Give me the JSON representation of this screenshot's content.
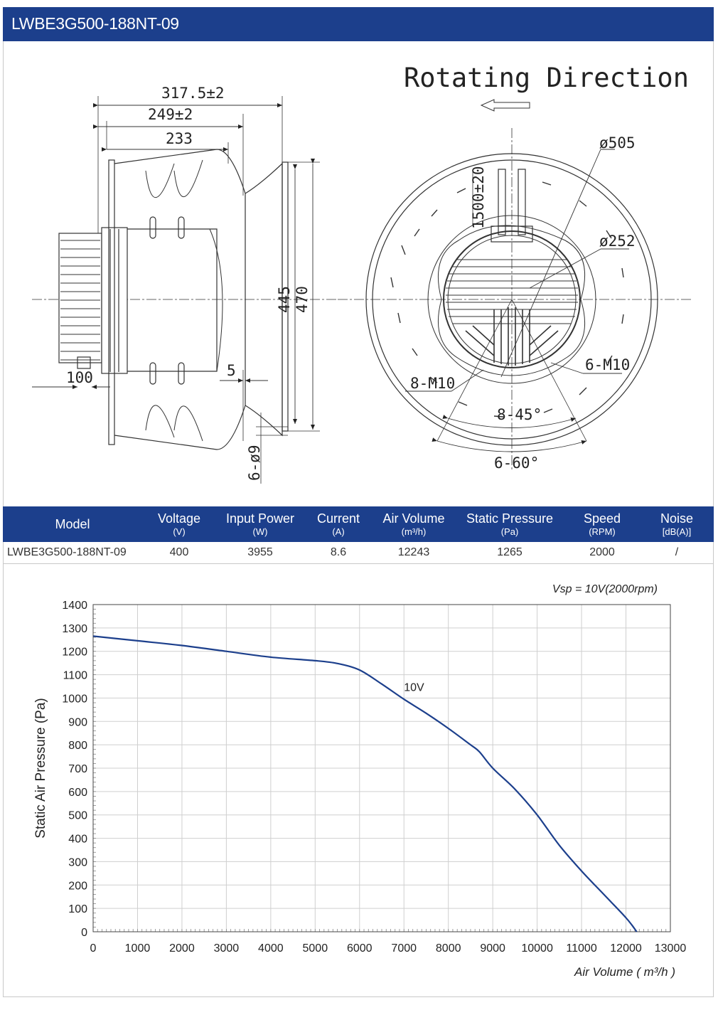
{
  "header": {
    "title": "LWBE3G500-188NT-09"
  },
  "drawing": {
    "rotating_direction": "Rotating Direction",
    "dims": {
      "d317": "317.5±2",
      "d249": "249±2",
      "d233": "233",
      "d100": "100",
      "d5": "5",
      "d445": "445",
      "d470": "470",
      "d6phi9": "6-ø9",
      "dphi505": "ø505",
      "dphi252": "ø252",
      "d1500": "1500±20",
      "d8m10": "8-M10",
      "d6m10": "6-M10",
      "d845": "8-45°",
      "d660": "6-60°"
    }
  },
  "table": {
    "headers": [
      {
        "label": "Model",
        "unit": ""
      },
      {
        "label": "Voltage",
        "unit": "(V)"
      },
      {
        "label": "Input Power",
        "unit": "(W)"
      },
      {
        "label": "Current",
        "unit": "(A)"
      },
      {
        "label": "Air Volume",
        "unit": "(m³/h)"
      },
      {
        "label": "Static Pressure",
        "unit": "(Pa)"
      },
      {
        "label": "Speed",
        "unit": "(RPM)"
      },
      {
        "label": "Noise",
        "unit": "[dB(A)]"
      }
    ],
    "row": [
      "LWBE3G500-188NT-09",
      "400",
      "3955",
      "8.6",
      "12243",
      "1265",
      "2000",
      "/"
    ]
  },
  "chart_data": {
    "type": "line",
    "title": "Vsp = 10V(2000rpm)",
    "xlabel": "Air Volume ( m³/h )",
    "ylabel": "Static Air Pressure  (Pa)",
    "xlim": [
      0,
      13000
    ],
    "ylim": [
      0,
      1400
    ],
    "xticks": [
      "0",
      "1000",
      "2000",
      "3000",
      "4000",
      "5000",
      "6000",
      "7000",
      "8000",
      "9000",
      "10000",
      "11000",
      "12000",
      "13000"
    ],
    "yticks": [
      "0",
      "100",
      "200",
      "300",
      "400",
      "500",
      "600",
      "700",
      "800",
      "900",
      "1000",
      "1100",
      "1200",
      "1300",
      "1400"
    ],
    "grid": true,
    "series": [
      {
        "name": "10V",
        "color": "#1c3f8c",
        "x": [
          0,
          1000,
          2000,
          3000,
          4000,
          5000,
          5500,
          6000,
          6500,
          7000,
          7500,
          8000,
          8500,
          8700,
          9000,
          9500,
          10000,
          10500,
          11000,
          11500,
          12000,
          12243
        ],
        "y": [
          1265,
          1245,
          1225,
          1200,
          1175,
          1160,
          1148,
          1120,
          1060,
          995,
          935,
          870,
          800,
          770,
          700,
          610,
          500,
          370,
          260,
          160,
          60,
          0
        ]
      }
    ]
  }
}
